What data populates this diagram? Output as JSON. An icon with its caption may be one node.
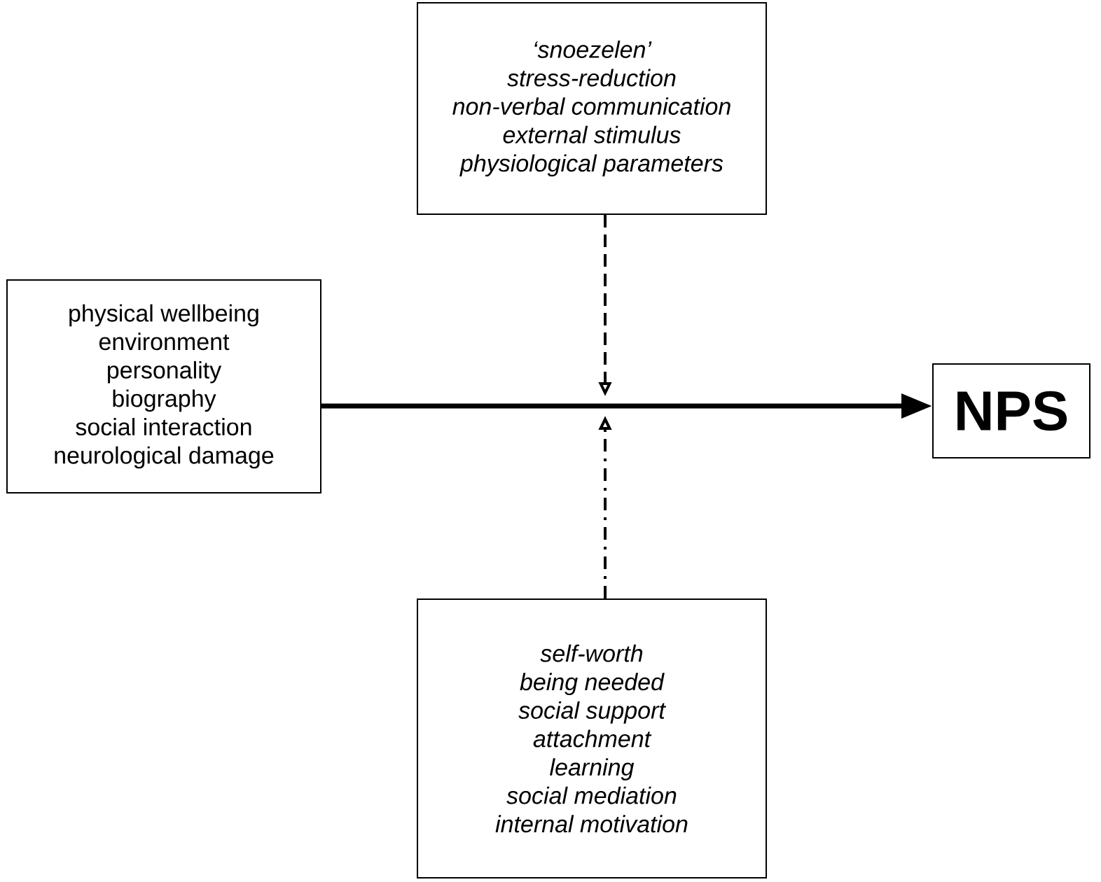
{
  "diagram": {
    "nodes": [
      {
        "text": [
          "physical wellbeing",
          "environment",
          "personality",
          "biography",
          "social interaction",
          "neurological damage"
        ]
      },
      {
        "text": [
          "‘snoezelen’",
          "stress-reduction",
          "non-verbal communication",
          "external stimulus",
          "physiological parameters"
        ]
      },
      {
        "text": [
          "self-worth",
          "being needed",
          "social support",
          "attachment",
          "learning",
          "social mediation",
          "internal motivation"
        ]
      },
      {
        "text": [
          "NPS"
        ]
      }
    ],
    "edges": [
      {
        "from": 0,
        "to": 3,
        "arrow": "to",
        "style": "thick"
      },
      {
        "from": 1,
        "to": null,
        "arrow": "to",
        "style": "dashed"
      },
      {
        "from": 2,
        "to": null,
        "arrow": "to",
        "style": "dashed"
      }
    ]
  }
}
